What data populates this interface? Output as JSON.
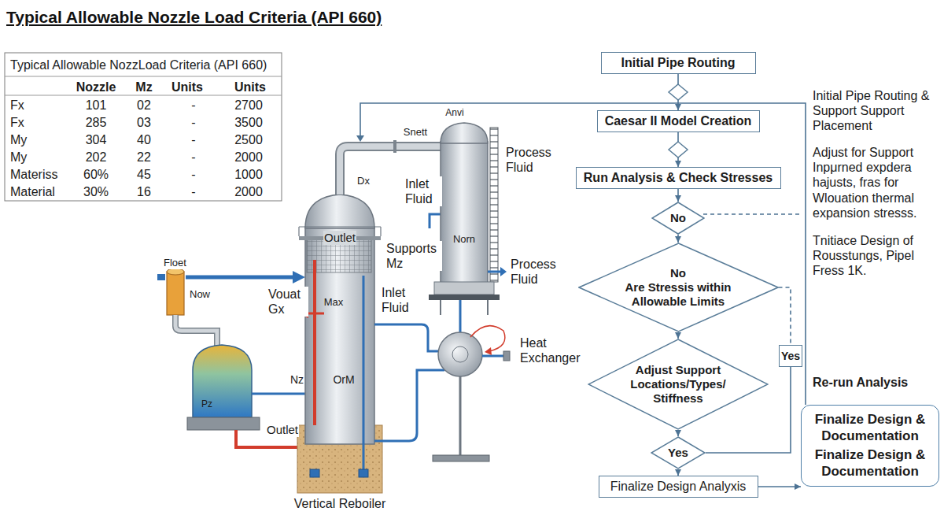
{
  "diagram": {
    "title": "Typical Allowable Nozzle Load Criteria (API 660)",
    "nodes": [
      {
        "text": [
          "Initial Pipe Routing"
        ]
      },
      {
        "text": [
          "Caesar II Model Creation"
        ]
      },
      {
        "text": [
          "Run Analysis & Check Stresses"
        ]
      },
      {
        "text": [
          "No"
        ]
      },
      {
        "text": [
          "No",
          "Are Stressis within Allowable Limits"
        ]
      },
      {
        "text": [
          "Adjust Support Locations/Types/ Stiffness"
        ]
      },
      {
        "text": [
          "Yes"
        ]
      },
      {
        "text": [
          "Yes"
        ]
      },
      {
        "text": [
          "Finalize Design Analyxis"
        ]
      },
      {
        "text": [
          "Finalize Design & Documentation",
          "Finalize Design & Documentation"
        ]
      }
    ],
    "edges": [
      {
        "from": 0,
        "to": 1,
        "arrow": "to"
      },
      {
        "from": 1,
        "to": 2,
        "arrow": "to"
      },
      {
        "from": 2,
        "to": 3,
        "arrow": "to"
      },
      {
        "from": 3,
        "to": 4,
        "arrow": "to"
      },
      {
        "from": 4,
        "to": 5,
        "arrow": "to"
      },
      {
        "from": 5,
        "to": 7,
        "arrow": "to"
      },
      {
        "from": 7,
        "to": 8,
        "arrow": "to"
      },
      {
        "from": 8,
        "to": 9,
        "arrow": "to"
      },
      {
        "from": 7,
        "to": 6,
        "arrow": "none"
      },
      {
        "from": 4,
        "to": 6,
        "arrow": "none"
      }
    ],
    "labels": [
      "Typical Allowable NozzLoad Criteria (API 660)",
      "Nozzle",
      "Mz",
      "Units",
      "Units",
      "Fx",
      "101",
      "02",
      "-",
      "2700",
      "Fx",
      "285",
      "03",
      "-",
      "3500",
      "My",
      "304",
      "40",
      "-",
      "2500",
      "My",
      "202",
      "22",
      "-",
      "2000",
      "Materiss",
      "60%",
      "45",
      "-",
      "1000",
      "Material",
      "30%",
      "16",
      "-",
      "2000",
      "Anvi",
      "Snett",
      "Process Fluid",
      "Dx",
      "Inlet Fluid",
      "Outlet",
      "Supports Mz",
      "Norn",
      "Process Fluid",
      "Floet",
      "Now",
      "Vouat Gx",
      "Max",
      "Inlet Fluid",
      "Heat Exchanger",
      "Nz",
      "OrM",
      "Pz",
      "Outlet",
      "Vertical Reboiler",
      "Initial Pipe Routing & Support Support Placement",
      "Adjust for Support Inpμrned expdera hajusts, fras for Wlouation thermal expansion stresss.",
      "Tnitiace Design of Rousstungs, Pipel Fress 1K.",
      "Re-run Analysis"
    ]
  }
}
